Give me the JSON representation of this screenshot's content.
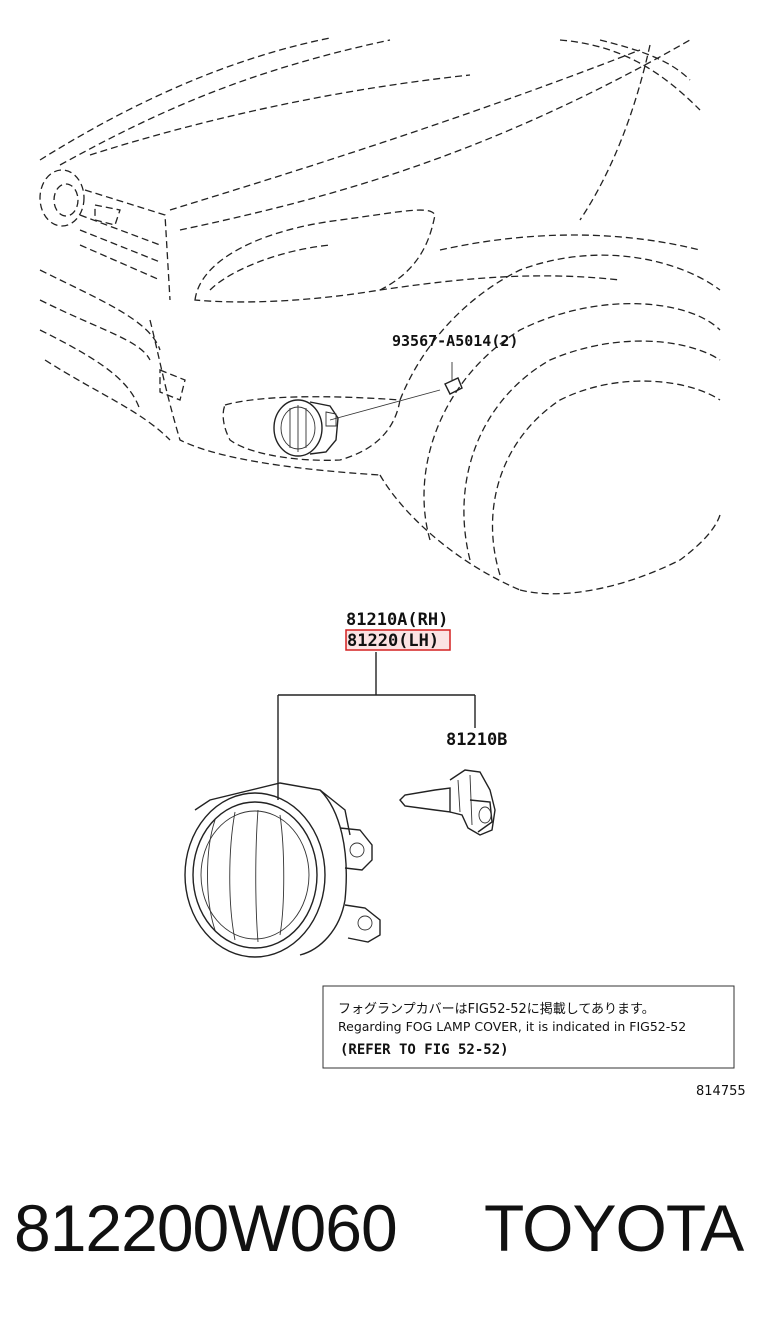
{
  "callouts": {
    "bolt": "93567-A5014(2)",
    "fog_lamp_rh": "81210A(RH)",
    "fog_lamp_lh": "81220(LH)",
    "bulb": "81210B"
  },
  "note": {
    "line_jp": "フォグランプカバーはFIG52-52に掲載してあります。",
    "line_en": "Regarding FOG LAMP COVER, it is indicated in FIG52-52",
    "line_ref": "(REFER TO FIG 52-52)"
  },
  "figure_number": "814755",
  "caption": {
    "part_number": "812200W060",
    "brand": "TOYOTA"
  },
  "colors": {
    "highlight_border": "#d42020",
    "highlight_fill": "#fbe3e3",
    "line": "#222222"
  }
}
